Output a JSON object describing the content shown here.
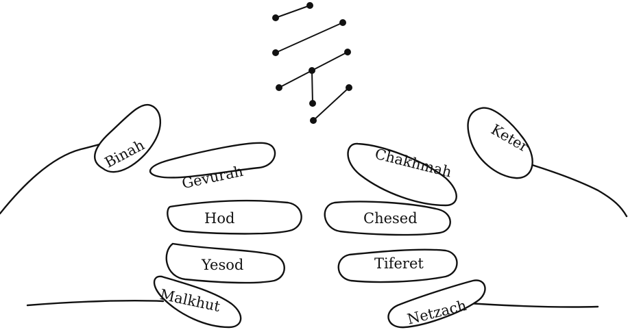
{
  "labels": {
    "binah": "Binah",
    "gevurah": "Gevurah",
    "hod": "Hod",
    "yesod": "Yesod",
    "malkhut": "Malkhut",
    "keter": "Keter",
    "chakhmah": "Chakhmah",
    "chesed": "Chesed",
    "tiferet": "Tiferet",
    "netzach": "Netzach"
  }
}
